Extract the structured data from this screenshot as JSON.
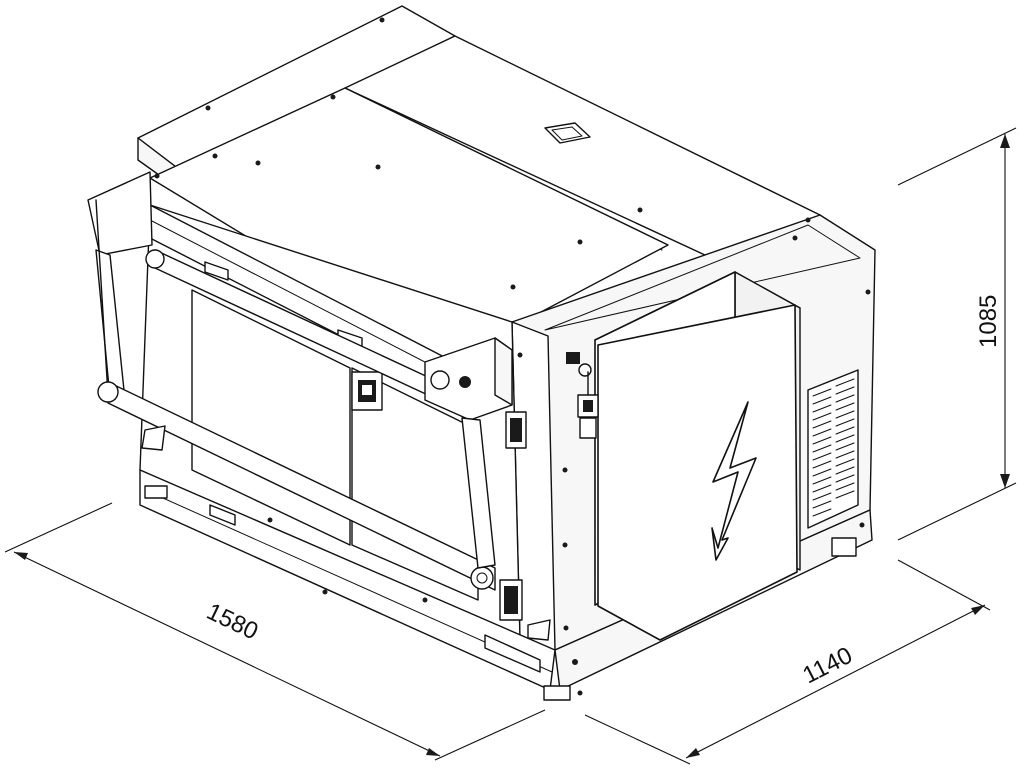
{
  "dimensions": {
    "length": "1580",
    "depth": "1140",
    "height": "1085"
  },
  "colors": {
    "line": "#111111",
    "background": "#ffffff"
  },
  "icons": {
    "warning_symbol": "lightning-bolt-icon"
  }
}
